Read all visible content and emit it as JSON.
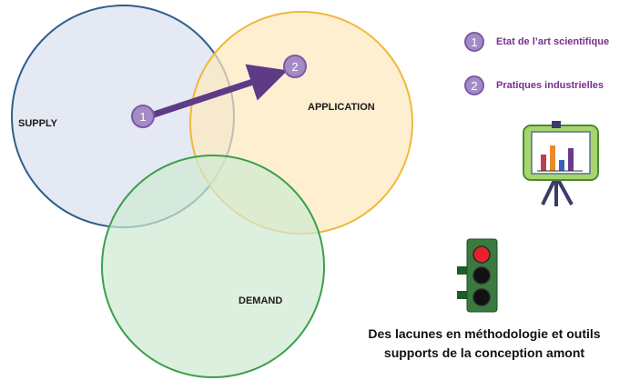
{
  "diagram": {
    "circles": {
      "supply": {
        "label": "SUPPLY",
        "fill": "#dfe5f1",
        "stroke": "#2f5f8c"
      },
      "application": {
        "label": "APPLICATION",
        "fill": "#fde8be",
        "stroke": "#f0b93a"
      },
      "demand": {
        "label": "DEMAND",
        "fill": "#cfe9d2",
        "stroke": "#3aa04a"
      }
    },
    "markers": {
      "m1": {
        "number": "1"
      },
      "m2": {
        "number": "2"
      }
    },
    "arrow_color": "#5f3a86",
    "marker_fill": "#a58bc6"
  },
  "legend": {
    "items": [
      {
        "number": "1",
        "label": "Etat de l’art scientifique"
      },
      {
        "number": "2",
        "label": "Pratiques industrielles"
      }
    ],
    "text_color": "#7a2e8e"
  },
  "icons": {
    "presentation": "presentation-board-icon",
    "traffic_light": "traffic-light-red-icon"
  },
  "conclusion": {
    "line1": "Des lacunes en méthodologie et outils",
    "line2": "supports de la conception amont"
  }
}
